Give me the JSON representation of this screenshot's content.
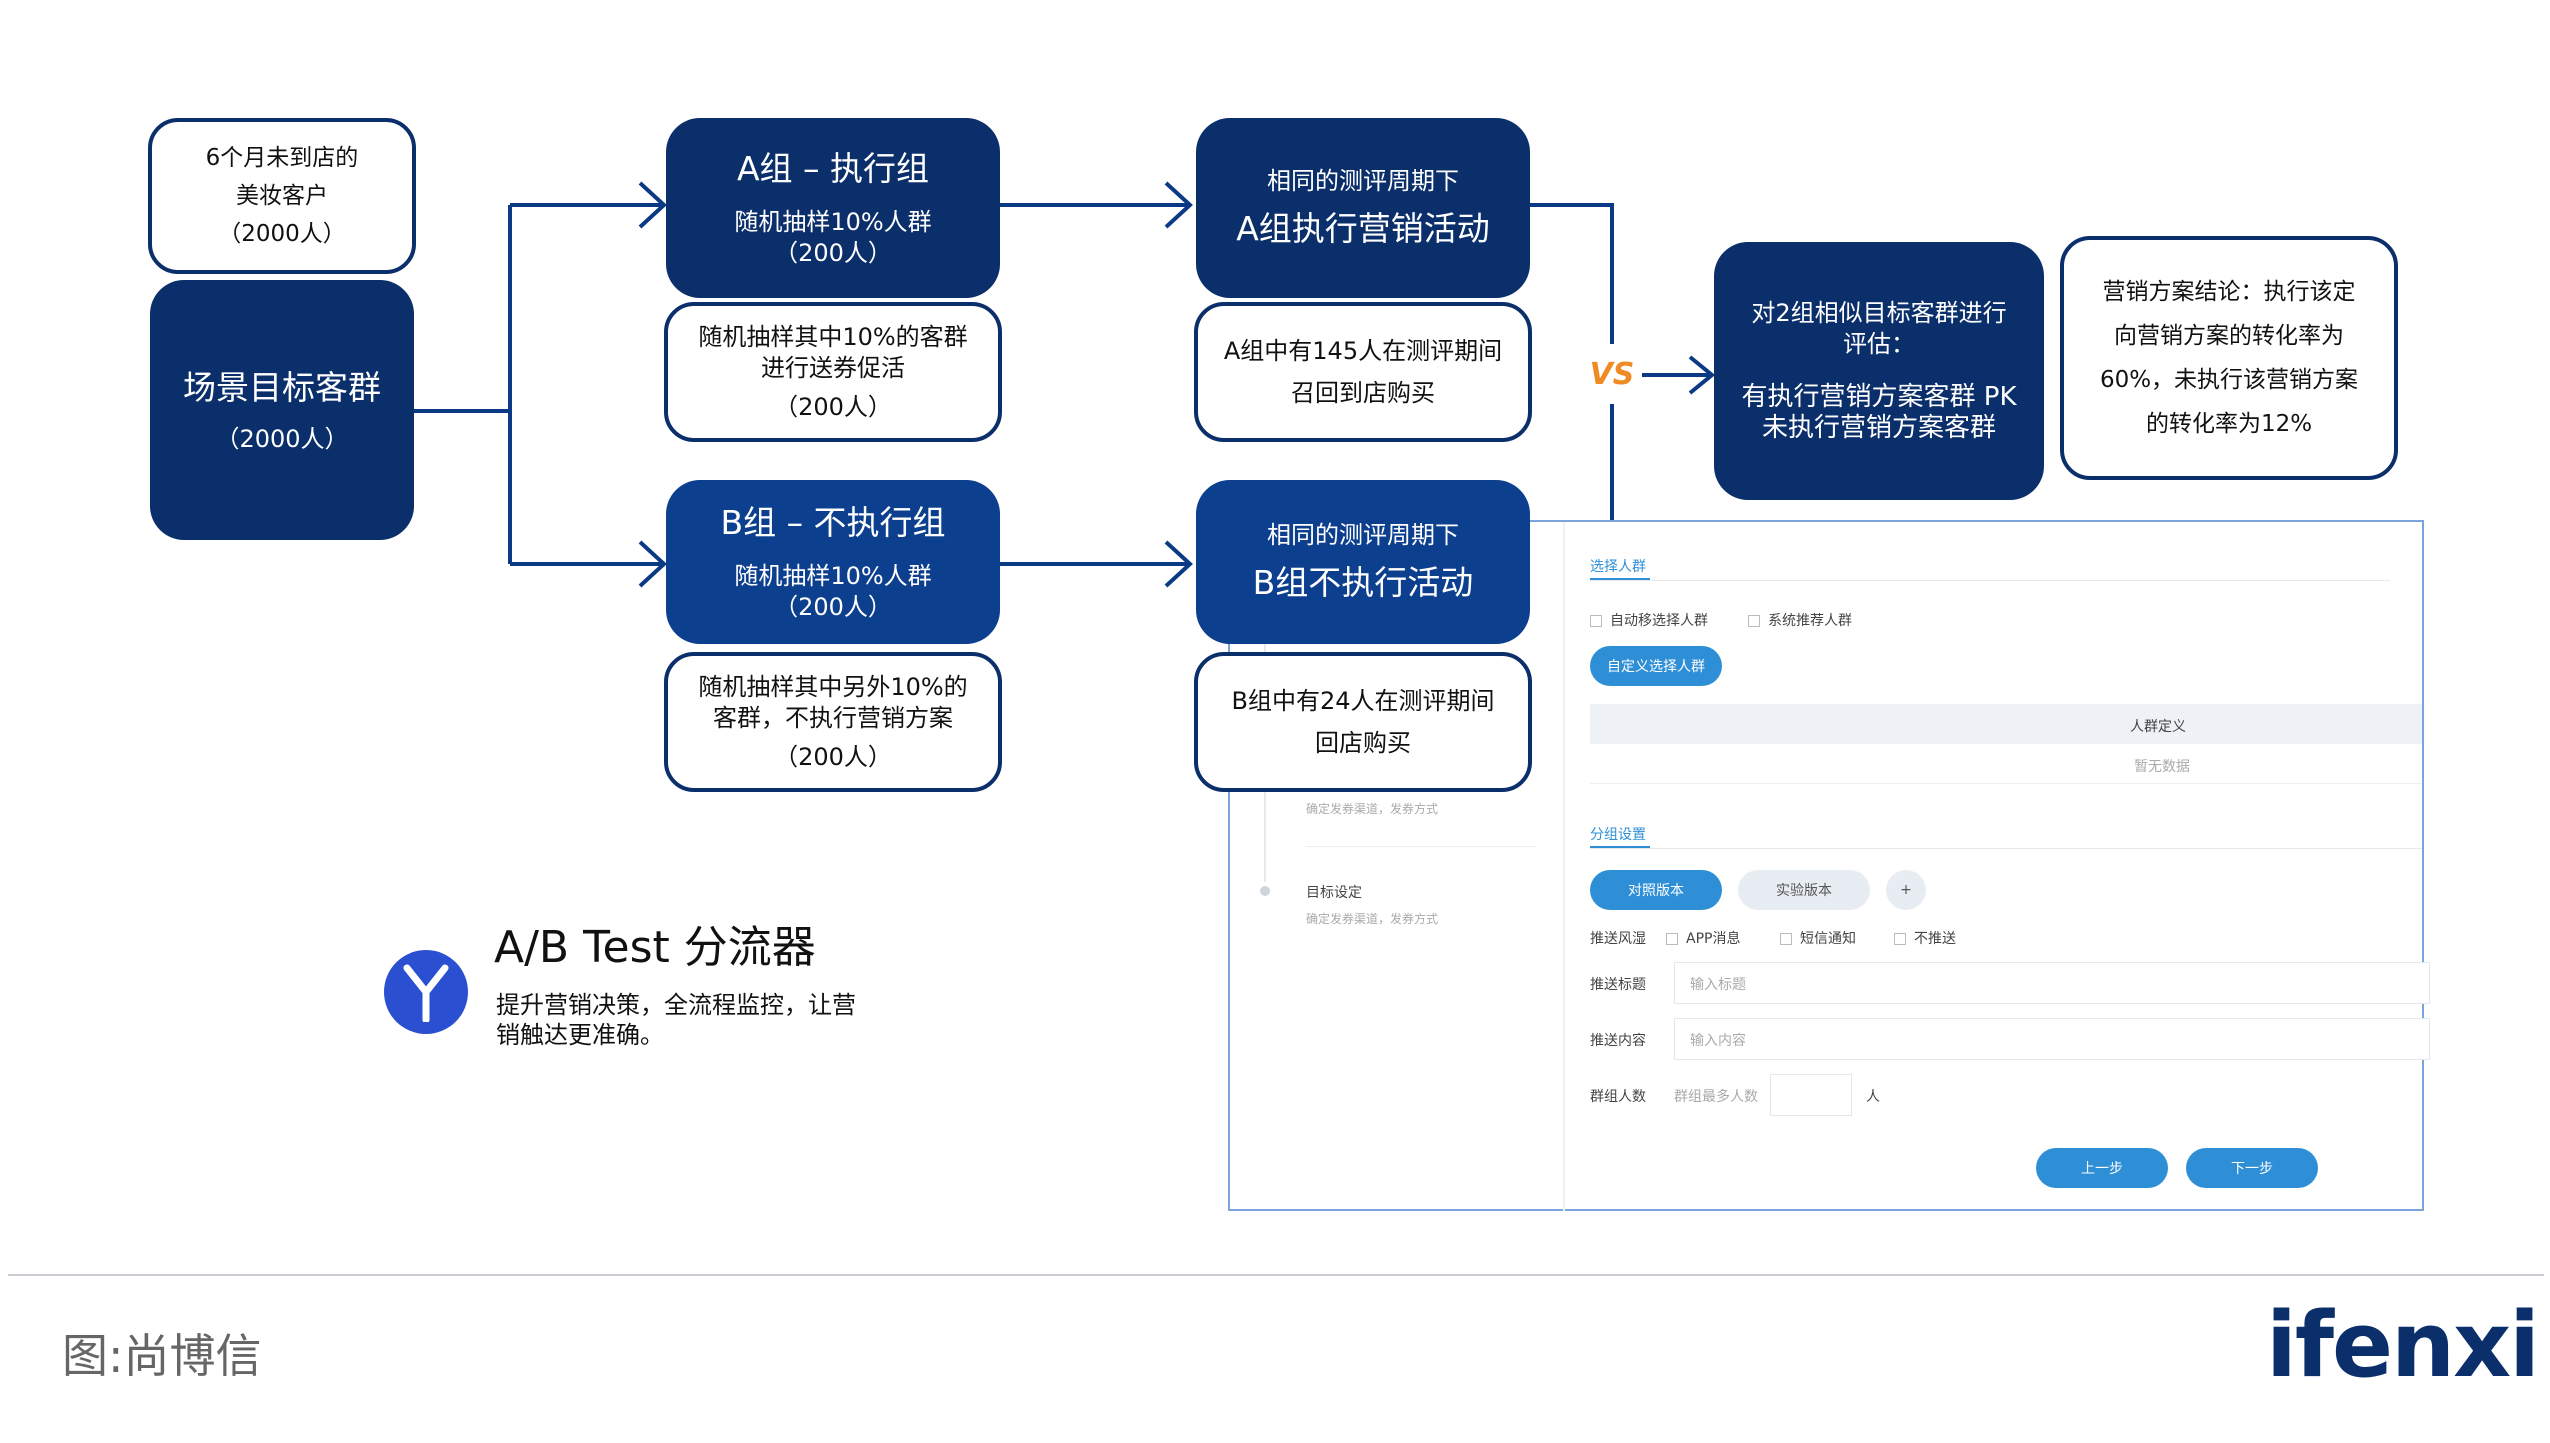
{
  "colors": {
    "dark_navy": "#0b2f6b",
    "mid_blue": "#0d3f8f",
    "ui_blue": "#2e8fd6",
    "line": "#0b3a85"
  },
  "customers": {
    "line1": "6个月未到店的",
    "line2": "美妆客户",
    "line3": "（2000人）"
  },
  "segment": {
    "title": "场景目标客群",
    "count": "（2000人）"
  },
  "group_a": {
    "title": "A组 –  执行组",
    "sub": "随机抽样10%人群",
    "count": "（200人）"
  },
  "group_a_desc": {
    "line1": "随机抽样其中10%的客群",
    "line2": "进行送券促活",
    "count": "（200人）"
  },
  "group_b": {
    "title": "B组 –  不执行组",
    "sub": "随机抽样10%人群",
    "count": "（200人）"
  },
  "group_b_desc": {
    "line1": "随机抽样其中另外10%的",
    "line2": "客群，不执行营销方案",
    "count": "（200人）"
  },
  "period_a": {
    "line1": "相同的测评周期下",
    "line2": "A组执行营销活动"
  },
  "result_a": {
    "line1": "A组中有145人在测评期间",
    "line2": "召回到店购买"
  },
  "period_b": {
    "line1": "相同的测评周期下",
    "line2": "B组不执行活动"
  },
  "result_b": {
    "line1": "B组中有24人在测评期间",
    "line2": "回店购买"
  },
  "vs": {
    "label": "VS"
  },
  "compare": {
    "line1": "对2组相似目标客群进行",
    "line2": "评估：",
    "line3": "有执行营销方案客群 PK",
    "line4": "未执行营销方案客群"
  },
  "conclusion": {
    "line1": "营销方案结论：执行该定",
    "line2": "向营销方案的转化率为",
    "line3": "60%，未执行该营销方案",
    "line4": "的转化率为12%"
  },
  "product": {
    "name": "A/B Test 分流器",
    "tagline1": "提升营销决策，全流程监控，让营",
    "tagline2": "销触达更准确。"
  },
  "ui": {
    "select_crowd": "选择人群",
    "auto_select": "自动移选择人群",
    "system_recommend": "系统推荐人群",
    "custom_select": "自定义选择人群",
    "crowd_definition": "人群定义",
    "no_data": "暂无数据",
    "group_settings": "分组设置",
    "control_version": "对照版本",
    "experiment_version": "实验版本",
    "add": "+",
    "push_channel": "推送风湿",
    "app_message": "APP消息",
    "sms_notice": "短信通知",
    "no_push": "不推送",
    "push_title": "推送标题",
    "push_title_ph": "输入标题",
    "push_content": "推送内容",
    "push_content_ph": "输入内容",
    "group_count": "群组人数",
    "group_count_ph": "群组最多人数",
    "person_unit": "人",
    "prev": "上一步",
    "next": "下一步",
    "side_sub1": "确定发券渠道，发券方式",
    "side_item2": "目标设定",
    "side_sub2": "确定发券渠道，发券方式"
  },
  "footer": {
    "source": "图:尚博信",
    "brand": "ifenxi"
  }
}
